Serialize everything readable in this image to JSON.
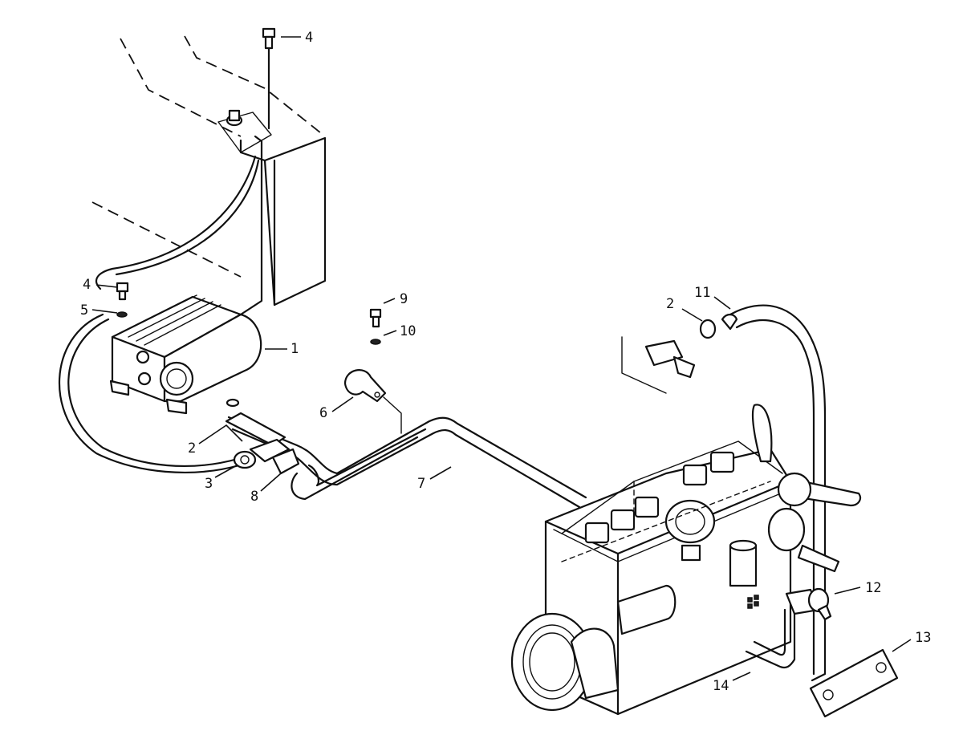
{
  "callouts": [
    {
      "id": "c4a",
      "label": "4"
    },
    {
      "id": "c4b",
      "label": "4"
    },
    {
      "id": "c5",
      "label": "5"
    },
    {
      "id": "c1",
      "label": "1"
    },
    {
      "id": "c9",
      "label": "9"
    },
    {
      "id": "c10",
      "label": "10"
    },
    {
      "id": "c11",
      "label": "11"
    },
    {
      "id": "c2a",
      "label": "2"
    },
    {
      "id": "c6",
      "label": "6"
    },
    {
      "id": "c2b",
      "label": "2"
    },
    {
      "id": "c3",
      "label": "3"
    },
    {
      "id": "c8",
      "label": "8"
    },
    {
      "id": "c7",
      "label": "7"
    },
    {
      "id": "c12",
      "label": "12"
    },
    {
      "id": "c13",
      "label": "13"
    },
    {
      "id": "c14",
      "label": "14"
    }
  ],
  "colors": {
    "line": "#111111",
    "background": "#ffffff"
  }
}
